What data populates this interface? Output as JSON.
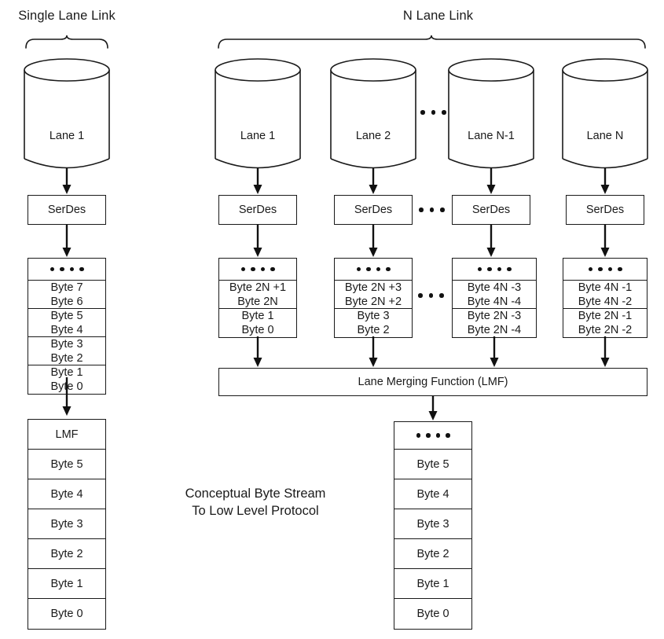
{
  "diagram": {
    "title_left": "Single Lane Link",
    "title_right": "N Lane Link",
    "caption_line1": "Conceptual Byte Stream",
    "caption_line2": "To Low Level Protocol",
    "lmf_bar_label": "Lane Merging Function (LMF)",
    "serdes_label": "SerDes",
    "ellipsis_glyph": "dots-horizontal",
    "colors": {
      "stroke": "#1a1a1a",
      "fill": "#ffffff",
      "text": "#1a1a1a"
    }
  },
  "single_lane": {
    "lane_label": "Lane 1",
    "serdes_label": "SerDes",
    "byte_stack": {
      "top_cell": "dots",
      "rows": [
        {
          "upper": "Byte 7",
          "lower": "Byte 6"
        },
        {
          "upper": "Byte 5",
          "lower": "Byte 4"
        },
        {
          "upper": "Byte 3",
          "lower": "Byte 2"
        },
        {
          "upper": "Byte 1",
          "lower": "Byte 0"
        }
      ]
    },
    "output_stack": {
      "cells": [
        "LMF",
        "Byte 5",
        "Byte 4",
        "Byte 3",
        "Byte 2",
        "Byte 1",
        "Byte 0"
      ]
    }
  },
  "n_lane": {
    "lanes": [
      {
        "lane_label": "Lane 1",
        "serdes_label": "SerDes",
        "byte_stack": {
          "top_cell": "dots",
          "rows": [
            {
              "upper": "Byte 2N +1",
              "lower": "Byte 2N"
            },
            {
              "upper": "Byte 1",
              "lower": "Byte 0"
            }
          ]
        }
      },
      {
        "lane_label": "Lane 2",
        "serdes_label": "SerDes",
        "byte_stack": {
          "top_cell": "dots",
          "rows": [
            {
              "upper": "Byte 2N +3",
              "lower": "Byte 2N +2"
            },
            {
              "upper": "Byte 3",
              "lower": "Byte 2"
            }
          ]
        }
      },
      {
        "lane_label": "Lane N-1",
        "serdes_label": "SerDes",
        "byte_stack": {
          "top_cell": "dots",
          "rows": [
            {
              "upper": "Byte 4N -3",
              "lower": "Byte 4N -4"
            },
            {
              "upper": "Byte 2N -3",
              "lower": "Byte 2N -4"
            }
          ]
        }
      },
      {
        "lane_label": "Lane N",
        "serdes_label": "SerDes",
        "byte_stack": {
          "top_cell": "dots",
          "rows": [
            {
              "upper": "Byte 4N -1",
              "lower": "Byte 4N -2"
            },
            {
              "upper": "Byte 2N -1",
              "lower": "Byte 2N -2"
            }
          ]
        }
      }
    ],
    "lmf_bar_label": "Lane Merging Function (LMF)",
    "output_stack": {
      "top_cell": "dots",
      "cells": [
        "Byte 5",
        "Byte 4",
        "Byte 3",
        "Byte 2",
        "Byte 1",
        "Byte 0"
      ]
    }
  }
}
